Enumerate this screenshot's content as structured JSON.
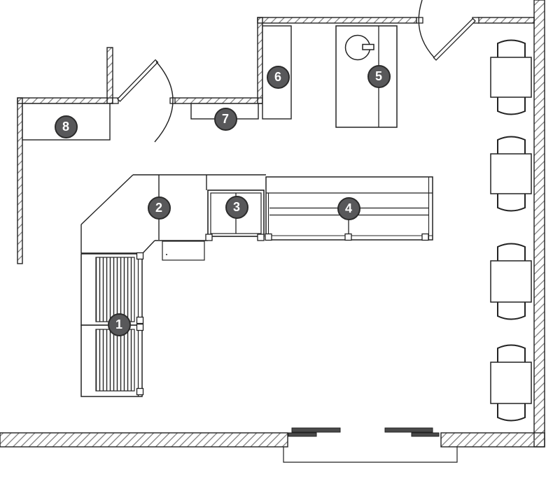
{
  "plan": {
    "markers": [
      {
        "number": "1"
      },
      {
        "number": "2"
      },
      {
        "number": "3"
      },
      {
        "number": "4"
      },
      {
        "number": "5"
      },
      {
        "number": "6"
      },
      {
        "number": "7"
      },
      {
        "number": "8"
      }
    ],
    "colors": {
      "background": "#ffffff",
      "line": "#222222",
      "wall_hatch": "#777777",
      "marker_fill": "#58585a",
      "marker_border": "#2b2b2b",
      "marker_text": "#ffffff",
      "sliding_door_bar": "#4a4a4a"
    }
  }
}
